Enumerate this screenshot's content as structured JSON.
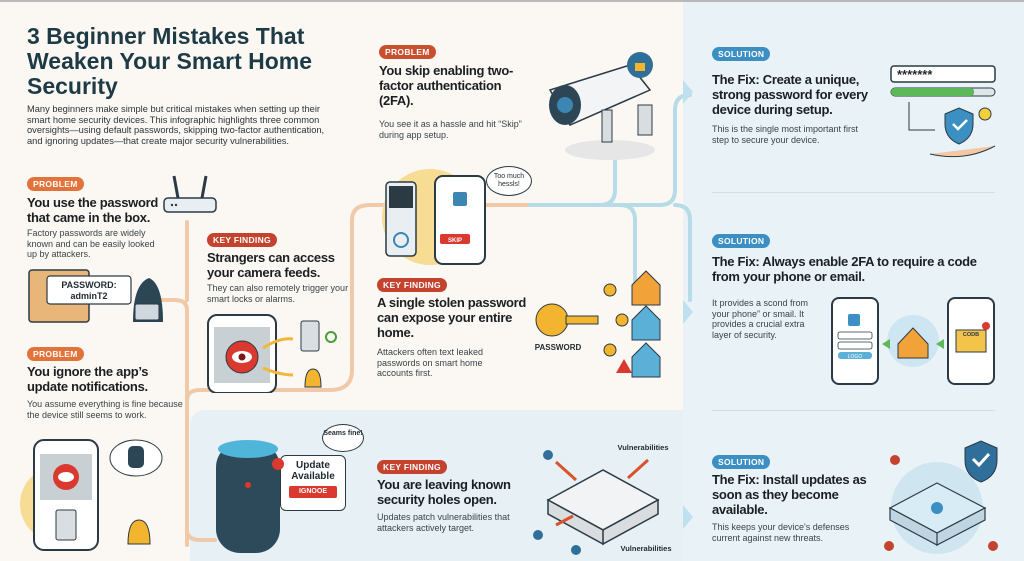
{
  "title": "3 Beginner Mistakes That Weaken Your Smart Home Security",
  "intro": "Many beginners make simple but critical mistakes when setting up their smart home security devices. This infographic highlights three common oversights—using default passwords, skipping two-factor authentication, and ignoring updates—that create major security vulnerabilities.",
  "badges": {
    "problem": "PROBLEM",
    "key_finding": "KEY FINDING",
    "solution": "SOLUTION"
  },
  "colors": {
    "problem": "#e2733a",
    "key_finding": "#c4432f",
    "solution": "#3b8fc2",
    "title": "#1d3a45",
    "right_panel": "#e9f2f7"
  },
  "mistakes": [
    {
      "problem_heading": "You use the password that came in the box.",
      "problem_body": "Factory passwords are widely known and can be easily looked up by attackers.",
      "finding_heading": "Strangers can access your camera feeds.",
      "finding_body": "They can also remotely trigger your smart locks or alarms.",
      "solution_heading": "The Fix: Create a unique, strong password for every device during setup.",
      "solution_body": "This is the single most important first step to secure your device."
    },
    {
      "problem_heading": "You skip enabling two-factor authentication (2FA).",
      "problem_body": "You see it as a hassle and hit “Skip” during app setup.",
      "finding_heading": "A single stolen password can expose your entire home.",
      "finding_body": "Attackers often text leaked passwords on smart home accounts first.",
      "solution_heading": "The Fix: Always enable 2FA to require a code from your phone or email.",
      "solution_body": "It provides a scond from your phone” or smail. It provides a crucial extra layer of security."
    },
    {
      "problem_heading": "You ignore the app’s update notifications.",
      "problem_body": "You assume everything is fine because the device still seems to work.",
      "finding_heading": "You are leaving known security holes open.",
      "finding_body": "Updates patch vulnerabilities that attackers actively target.",
      "solution_heading": "The Fix: Install updates as soon as they become available.",
      "solution_body": "This keeps your device's defenses current against new threats."
    }
  ],
  "illustrations": {
    "password_label": "PASSWORD:",
    "password_value": "adminT2",
    "too_much": "Too much hessls!",
    "skip": "SKIP",
    "key_label": "PASSWORD",
    "vuln_top": "Vulnerabilities",
    "vuln_bottom": "Vulnerabilities",
    "masked_password": "*******",
    "login_button": "LOGO",
    "code": "CODB",
    "update_available": "Update Available",
    "ignore": "IGNOOE",
    "seems_fine": "Seams fine!",
    "password_strength": 0.8
  }
}
